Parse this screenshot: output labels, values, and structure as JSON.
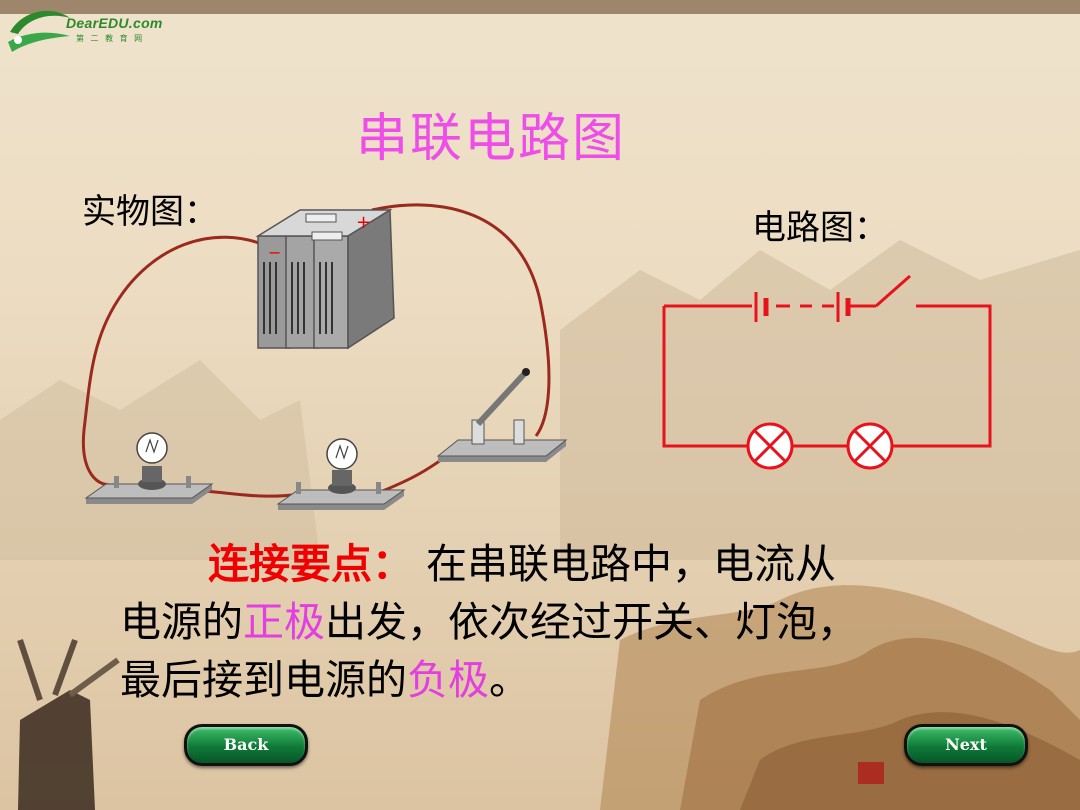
{
  "logo": {
    "brand": "DearEDU.com",
    "sub": "第 二 教 育 网"
  },
  "title": "串联电路图",
  "labels": {
    "physical": "实物图：",
    "circuit": "电路图："
  },
  "battery_signs": {
    "plus": "+",
    "minus": "−"
  },
  "body": {
    "key": "连接要点：",
    "t1": " 在串联电路中，电流从",
    "t2": "电源的",
    "positive": "正极",
    "t3": "出发，依次经过开关、灯泡，",
    "t4": "最后接到电源的",
    "negative": "负极",
    "t5": "。"
  },
  "nav": {
    "back": "Back",
    "next": "Next"
  },
  "colors": {
    "title": "#ee4ee8",
    "key": "#f00000",
    "circuit": "#e8121c",
    "wire": "#9a2a1e"
  }
}
